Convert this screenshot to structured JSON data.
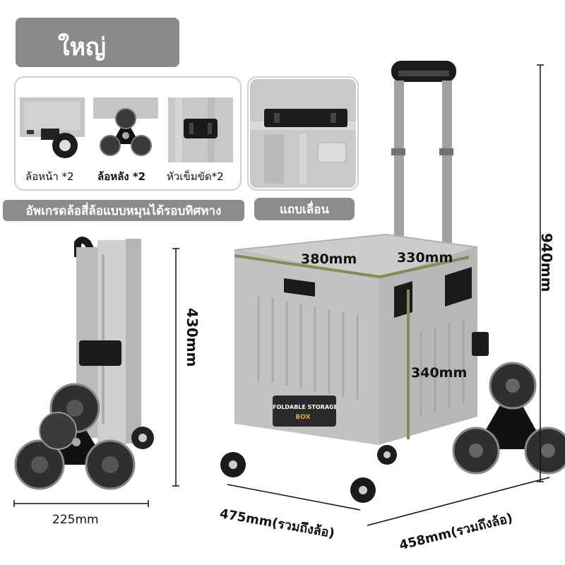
{
  "size_label": "ใหญ่",
  "features": {
    "front_wheel": "ล้อหน้า *2",
    "rear_wheel": "ล้อหลัง *2",
    "buckle": "หัวเข็มขัด*2",
    "upgrade_note": "อัพเกรดล้อสี่ล้อแบบหมุนได้รอบทิศทาง",
    "rail": "แถบเลื่อน"
  },
  "dimensions": {
    "height_total": "940mm",
    "folded_height": "430mm",
    "folded_width": "225mm",
    "box_length": "380mm",
    "box_width": "330mm",
    "box_height": "340mm",
    "base_length": "475mm(รวมถึงล้อ)",
    "base_width": "458mm(รวมถึงล้อ)"
  },
  "label": {
    "line1": "FOLDABLE STORAGE",
    "line2": "BOX"
  },
  "colors": {
    "badge_gray": "#8a8a8a",
    "box_gray": "#c6cac9",
    "measure_green": "#7d8f55",
    "label_yellow": "#e8a825"
  }
}
